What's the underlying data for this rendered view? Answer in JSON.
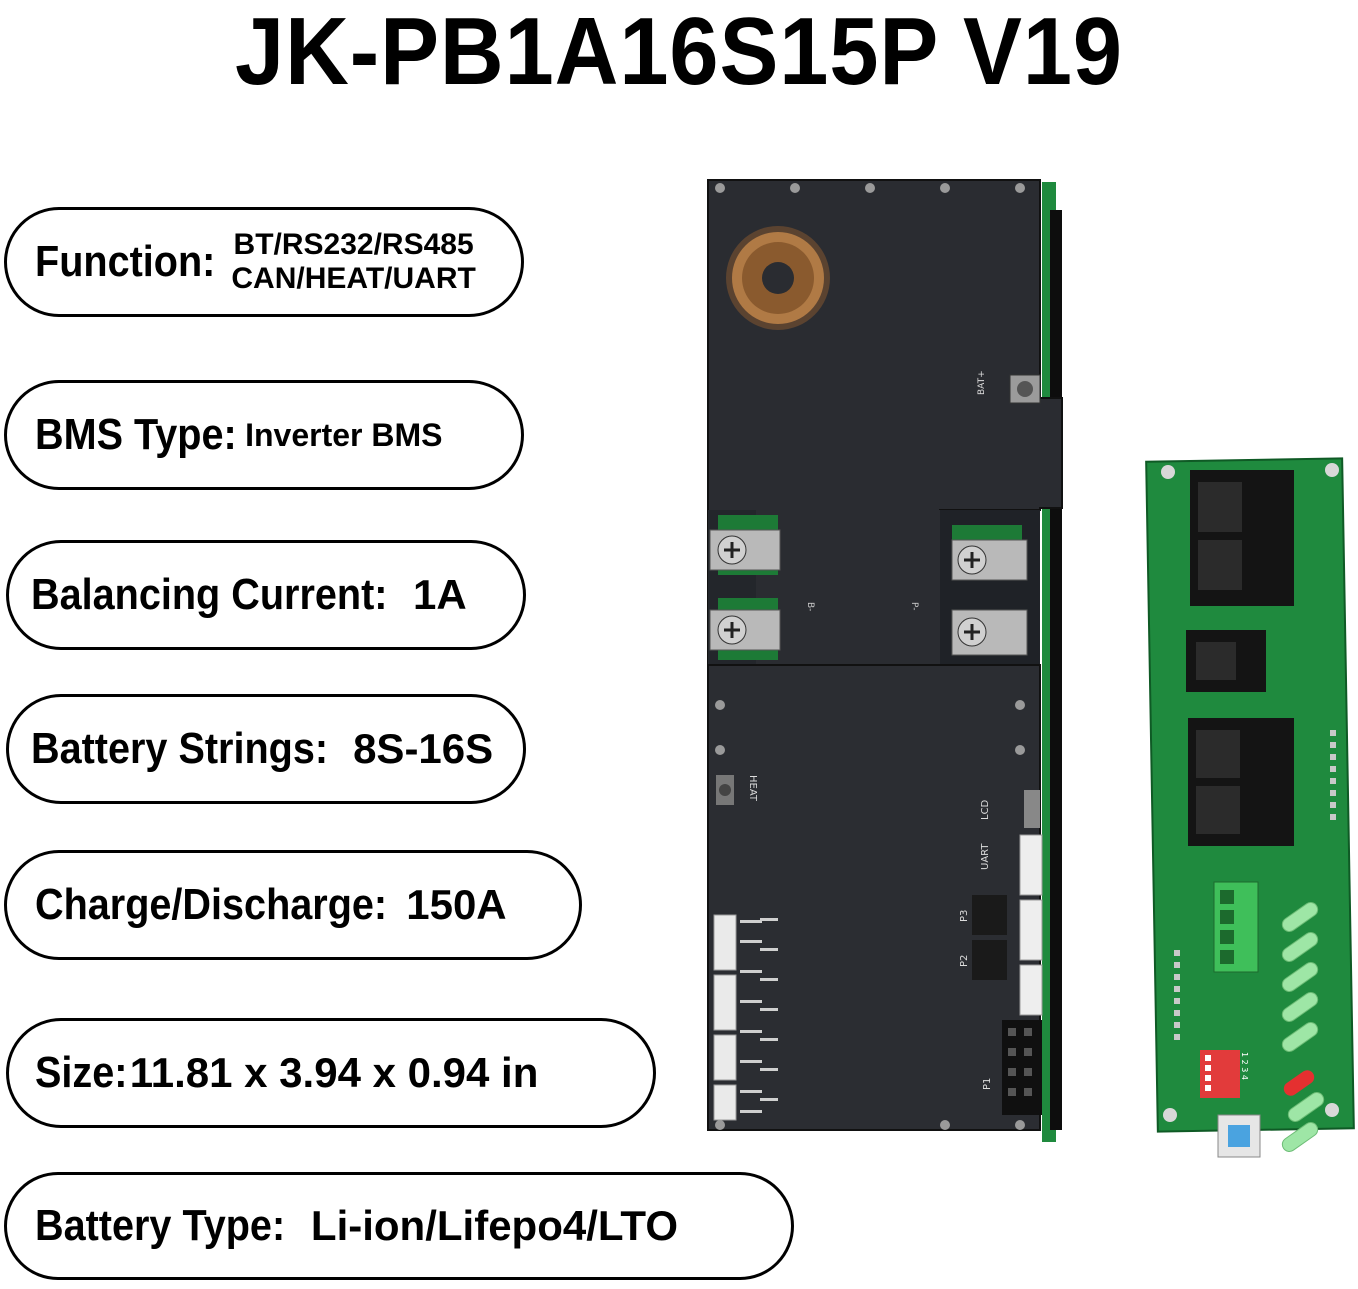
{
  "title": "JK-PB1A16S15P V19",
  "specs": [
    {
      "label": "Function:",
      "value_line1": "BT/RS232/RS485",
      "value_line2": "CAN/HEAT/UART"
    },
    {
      "label": "BMS Type:",
      "value": "Inverter BMS"
    },
    {
      "label": "Balancing Current:",
      "value": "1A"
    },
    {
      "label": "Battery Strings:",
      "value": "8S-16S"
    },
    {
      "label": "Charge/Discharge:",
      "value": "150A"
    },
    {
      "label": "Size:",
      "value": "11.81 x 3.94 x 0.94 in"
    },
    {
      "label": "Battery Type:",
      "value": "Li-ion/Lifepo4/LTO"
    }
  ],
  "board_labels": {
    "bat_plus": "BAT+",
    "b_minus": "B-",
    "p_minus": "P-",
    "heat": "HEAT",
    "lcd": "LCD",
    "uart": "UART",
    "p3": "P3",
    "p2": "P2",
    "p1": "P1",
    "dip": "1 2 3 4"
  },
  "colors": {
    "bms_plate": "#2a2c31",
    "pcb_green": "#1f8a3e",
    "connector_black": "#141414",
    "terminal_green": "#3fbf5a",
    "led_green": "#9ee6a6",
    "led_red": "#e53030",
    "button_blue": "#4aa3e0"
  }
}
